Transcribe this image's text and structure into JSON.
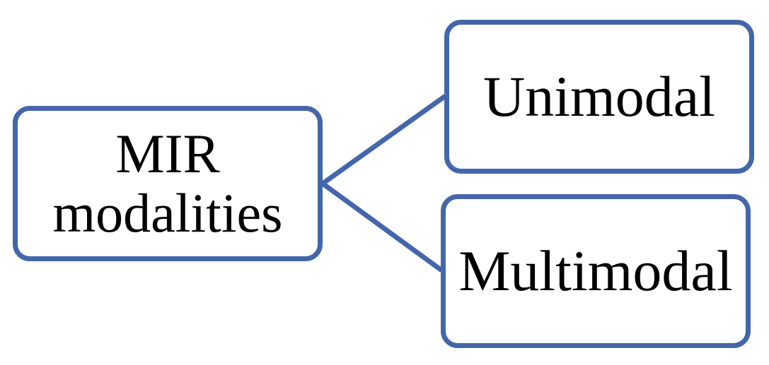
{
  "diagram": {
    "root": {
      "label": "MIR\nmodalities"
    },
    "children": [
      {
        "label": "Unimodal"
      },
      {
        "label": "Multimodal"
      }
    ],
    "colors": {
      "border": "#4466aa",
      "connector": "#4466aa",
      "text": "#000000",
      "background": "#ffffff"
    }
  }
}
